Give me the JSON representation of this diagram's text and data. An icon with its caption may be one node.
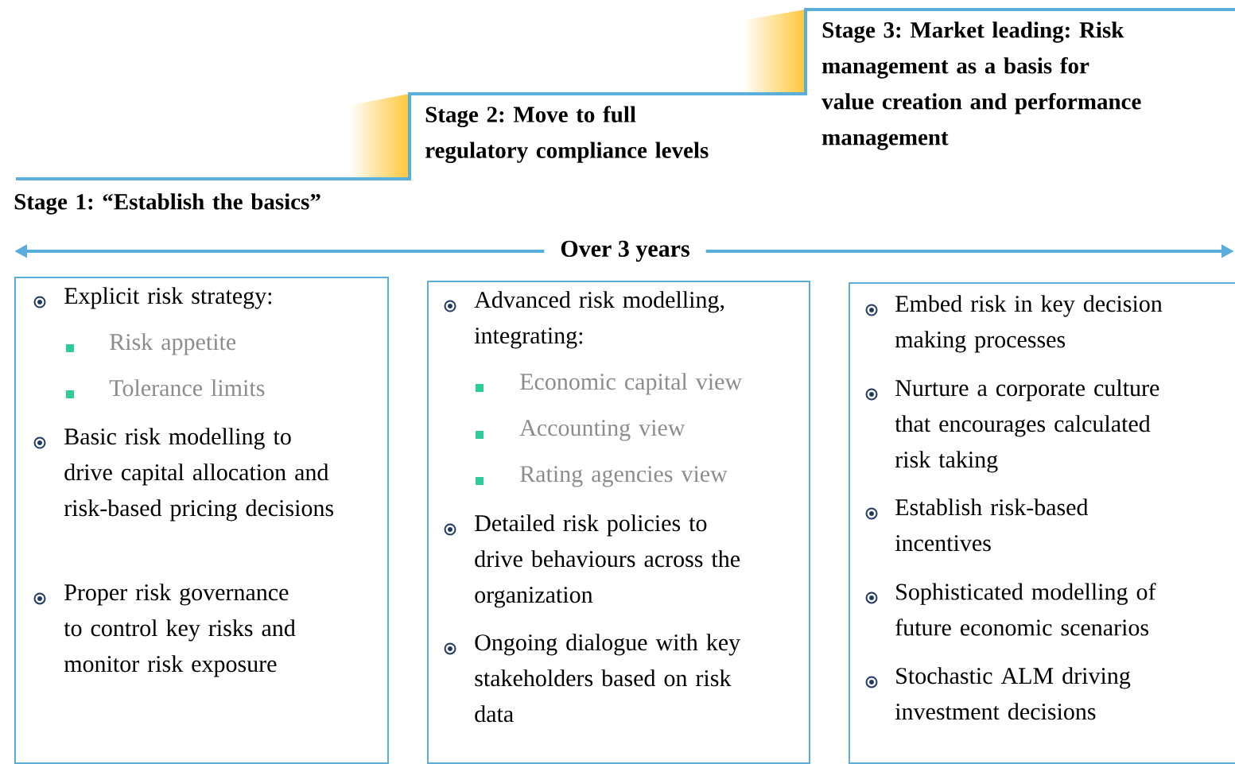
{
  "diagram": {
    "nodes": [
      {
        "text": [
          "Stage 1: “Establish the basics”"
        ]
      },
      {
        "text": [
          "Stage 2: Move to full regulatory compliance levels"
        ]
      },
      {
        "text": [
          "Stage 3: Market leading: Risk management as a basis for value creation and performance management"
        ]
      },
      {
        "text": [
          "Explicit risk strategy:",
          "Risk appetite",
          "Tolerance limits",
          "Basic risk modelling to drive capital allocation and risk-based pricing decisions",
          "Proper risk governance to control key risks and monitor risk exposure"
        ]
      },
      {
        "text": [
          "Advanced risk modelling, integrating:",
          "Economic capital view",
          "Accounting view",
          "Rating agencies view",
          "Detailed risk policies to drive behaviours across the organization",
          "Ongoing dialogue with key stakeholders based on risk data"
        ]
      },
      {
        "text": [
          "Embed risk in key decision making processes",
          "Nurture a corporate culture that encourages calculated risk taking",
          "Establish risk-based incentives",
          "Sophisticated modelling of future economic scenarios",
          "Stochastic ALM driving investment decisions"
        ]
      }
    ],
    "labels": [
      "Over 3 years"
    ]
  }
}
